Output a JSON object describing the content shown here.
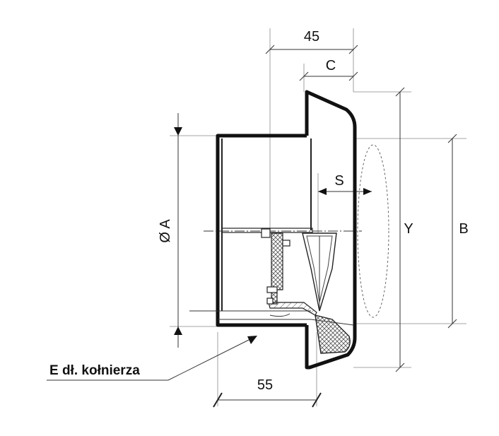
{
  "diagram": {
    "dimensions": {
      "d45": "45",
      "c": "C",
      "s": "S",
      "y": "Y",
      "b": "B",
      "diameter_a": "Ø A",
      "d55": "55"
    },
    "callout": {
      "label": "E dł. kołnierza"
    },
    "colors": {
      "line": "#111111",
      "background": "#ffffff"
    }
  }
}
